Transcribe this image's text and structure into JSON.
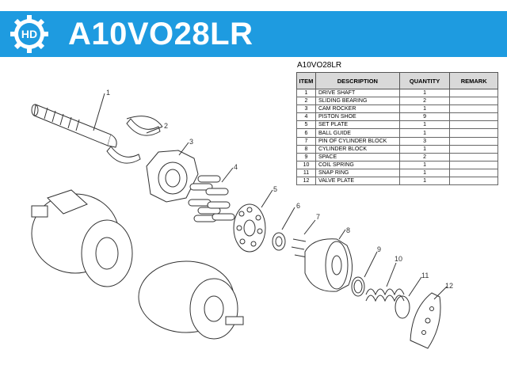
{
  "header": {
    "title": "A10VO28LR",
    "logo_text": "HD",
    "bg_color": "#1e9be0"
  },
  "table": {
    "caption": "A10VO28LR",
    "columns": [
      "ITEM",
      "DESCRIPTION",
      "QUANTITY",
      "REMARK"
    ],
    "rows": [
      {
        "item": "1",
        "description": "DRIVE SHAFT",
        "quantity": "1",
        "remark": ""
      },
      {
        "item": "2",
        "description": "SLIDING BEARING",
        "quantity": "2",
        "remark": ""
      },
      {
        "item": "3",
        "description": "CAM ROCKER",
        "quantity": "1",
        "remark": ""
      },
      {
        "item": "4",
        "description": "PISTON SHOE",
        "quantity": "9",
        "remark": ""
      },
      {
        "item": "5",
        "description": "SET PLATE",
        "quantity": "1",
        "remark": ""
      },
      {
        "item": "6",
        "description": "BALL GUIDE",
        "quantity": "1",
        "remark": ""
      },
      {
        "item": "7",
        "description": "PIN OF CYLINDER BLOCK",
        "quantity": "3",
        "remark": ""
      },
      {
        "item": "8",
        "description": "CYLINDER BLOCK",
        "quantity": "1",
        "remark": ""
      },
      {
        "item": "9",
        "description": "SPACE",
        "quantity": "2",
        "remark": ""
      },
      {
        "item": "10",
        "description": "COIL SPRING",
        "quantity": "1",
        "remark": ""
      },
      {
        "item": "11",
        "description": "SNAP RING",
        "quantity": "1",
        "remark": ""
      },
      {
        "item": "12",
        "description": "VALVE PLATE",
        "quantity": "1",
        "remark": ""
      }
    ]
  },
  "callouts": [
    "1",
    "2",
    "3",
    "4",
    "5",
    "6",
    "7",
    "8",
    "9",
    "10",
    "11",
    "12"
  ]
}
